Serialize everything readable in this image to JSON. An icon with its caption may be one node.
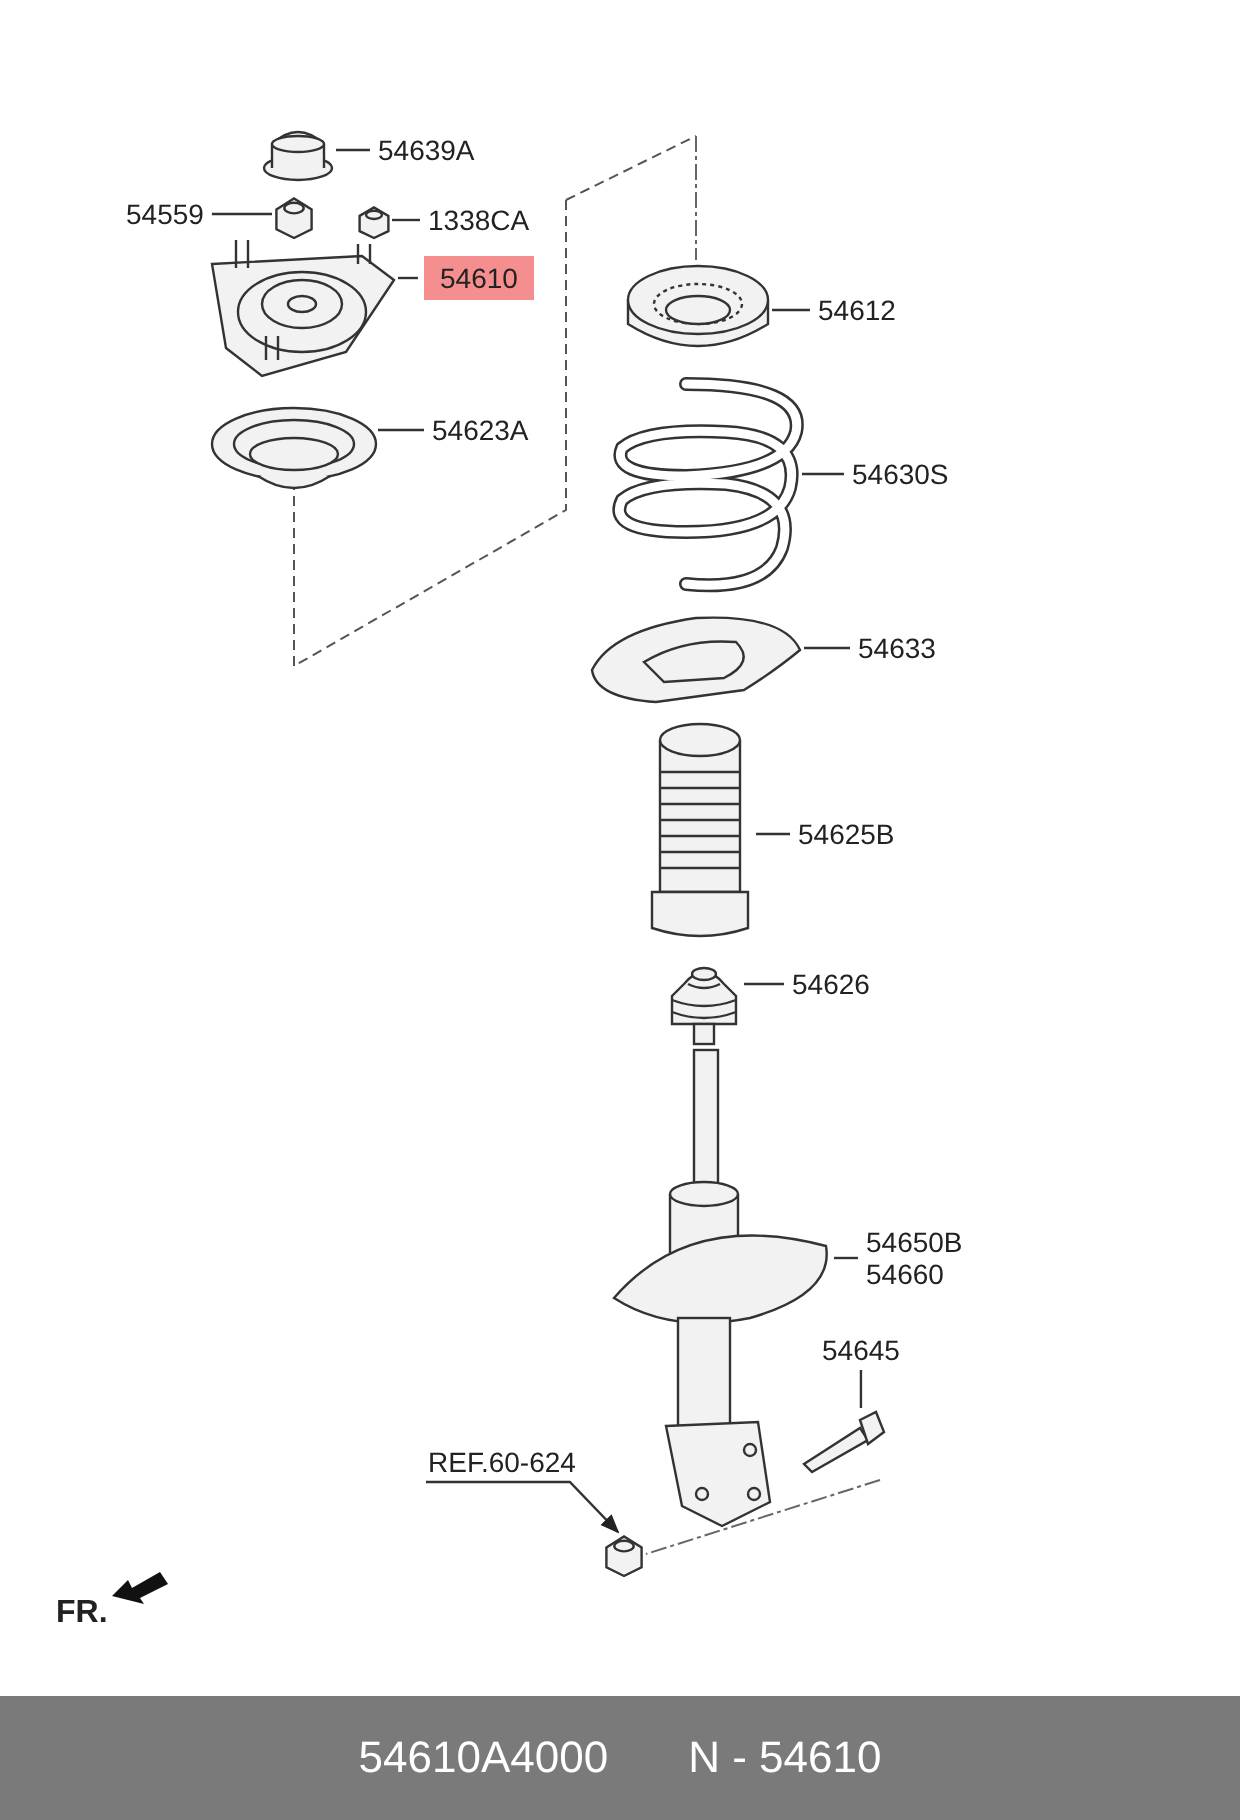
{
  "diagram": {
    "nodes": [
      {
        "text": [
          "54639A"
        ]
      },
      {
        "text": [],
        "shape": "picture"
      },
      {
        "text": [
          "54559"
        ]
      },
      {
        "text": [],
        "shape": "picture"
      },
      {
        "text": [
          "1338CA"
        ]
      },
      {
        "text": [],
        "shape": "picture"
      },
      {
        "text": [
          "54610"
        ]
      },
      {
        "text": [],
        "shape": "picture"
      },
      {
        "text": [
          "54623A"
        ]
      },
      {
        "text": [],
        "shape": "picture"
      },
      {
        "text": [
          "54612"
        ]
      },
      {
        "text": [],
        "shape": "picture"
      },
      {
        "text": [
          "54630S"
        ]
      },
      {
        "text": [],
        "shape": "picture"
      },
      {
        "text": [
          "54633"
        ]
      },
      {
        "text": [],
        "shape": "picture"
      },
      {
        "text": [
          "54625B"
        ]
      },
      {
        "text": [],
        "shape": "picture"
      },
      {
        "text": [
          "54626"
        ]
      },
      {
        "text": [],
        "shape": "picture"
      },
      {
        "text": [
          "54650B",
          "54660"
        ]
      },
      {
        "text": [],
        "shape": "picture"
      },
      {
        "text": [
          "54645"
        ]
      },
      {
        "text": [],
        "shape": "picture"
      },
      {
        "text": [
          "REF.60-624"
        ]
      },
      {
        "text": [],
        "shape": "picture"
      }
    ],
    "edges": [
      {
        "from": 0,
        "to": 1,
        "arrow": "none"
      },
      {
        "from": 2,
        "to": 3,
        "arrow": "none"
      },
      {
        "from": 4,
        "to": 5,
        "arrow": "none"
      },
      {
        "from": 6,
        "to": 7,
        "arrow": "none"
      },
      {
        "from": 8,
        "to": 9,
        "arrow": "none"
      },
      {
        "from": 10,
        "to": 11,
        "arrow": "none"
      },
      {
        "from": 12,
        "to": 13,
        "arrow": "none"
      },
      {
        "from": 14,
        "to": 15,
        "arrow": "none"
      },
      {
        "from": 16,
        "to": 17,
        "arrow": "none"
      },
      {
        "from": 18,
        "to": 19,
        "arrow": "none"
      },
      {
        "from": 20,
        "to": 21,
        "arrow": "none"
      },
      {
        "from": 22,
        "to": 23,
        "arrow": "none"
      },
      {
        "from": 24,
        "to": 25,
        "arrow": "to"
      }
    ],
    "labels": [
      "FR.",
      "54610A4000",
      "N - 54610"
    ]
  }
}
